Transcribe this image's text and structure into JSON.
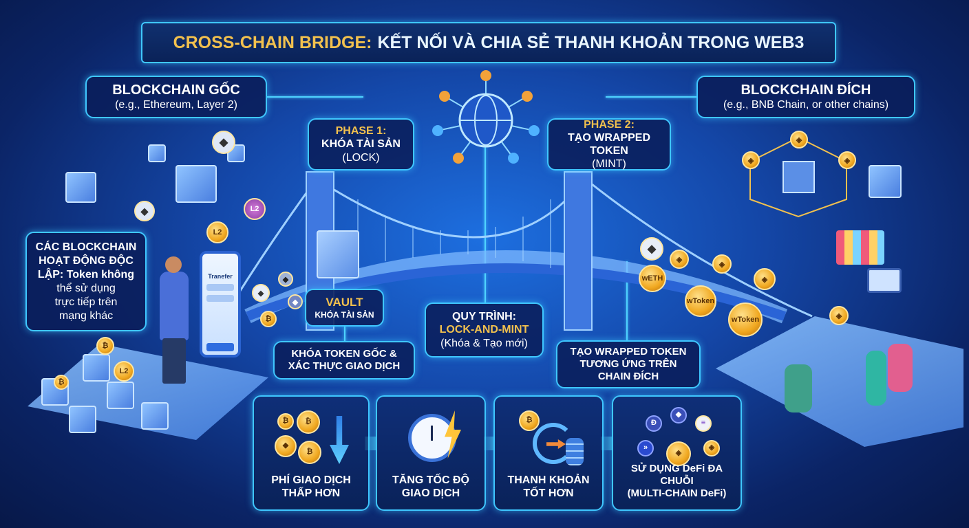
{
  "title": {
    "highlight": "CROSS-CHAIN BRIDGE:",
    "rest": "KẾT NỐI VÀ CHIA SẺ THANH KHOẢN TRONG WEB3"
  },
  "source_chain": {
    "title": "BLOCKCHAIN GỐC",
    "subtitle": "(e.g., Ethereum, Layer 2)"
  },
  "dest_chain": {
    "title": "BLOCKCHAIN ĐÍCH",
    "subtitle": "(e.g., BNB Chain, or other chains)"
  },
  "phase1": {
    "label": "PHASE 1:",
    "line1": "KHÓA TÀI SẢN",
    "line2": "(LOCK)"
  },
  "phase2": {
    "label": "PHASE 2:",
    "line1": "TẠO WRAPPED TOKEN",
    "line2": "(MINT)"
  },
  "independent": {
    "lines": [
      "CÁC BLOCKCHAIN",
      "HOẠT ĐỘNG ĐỘC",
      "LẬP: Token không",
      "thể sử dụng",
      "trực tiếp trên",
      "mạng khác"
    ]
  },
  "phone": {
    "label": "Tranefer"
  },
  "vault": {
    "title": "VAULT",
    "subtitle": "KHÓA TÀI SẢN"
  },
  "lock_token": {
    "line1": "KHÓA TOKEN GỐC &",
    "line2": "XÁC THỰC GIAO DỊCH"
  },
  "process": {
    "line1": "QUY TRÌNH:",
    "line2": "LOCK-AND-MINT",
    "line3": "(Khóa & Tạo mới)"
  },
  "mint_token": {
    "line1": "TẠO WRAPPED TOKEN",
    "line2": "TƯƠNG ỨNG TRÊN",
    "line3": "CHAIN ĐÍCH"
  },
  "tokens": {
    "weth": "wETH",
    "wtoken": "wToken",
    "l2": "L2"
  },
  "benefits": [
    {
      "line1": "PHÍ GIAO DỊCH",
      "line2": "THẤP HƠN",
      "icon": "coins-down-icon"
    },
    {
      "line1": "TĂNG TỐC ĐỘ",
      "line2": "GIAO DỊCH",
      "icon": "stopwatch-lightning-icon"
    },
    {
      "line1": "THANH KHOẢN",
      "line2": "TỐT HƠN",
      "icon": "liquidity-swap-icon"
    },
    {
      "line1": "SỬ DỤNG DeFi ĐA CHUỖI",
      "line2": "(MULTI-CHAIN DeFi)",
      "icon": "multichain-network-icon"
    }
  ],
  "colors": {
    "accent": "#3fc7ff",
    "gold": "#f2c14e",
    "bg": "#1447a8"
  }
}
